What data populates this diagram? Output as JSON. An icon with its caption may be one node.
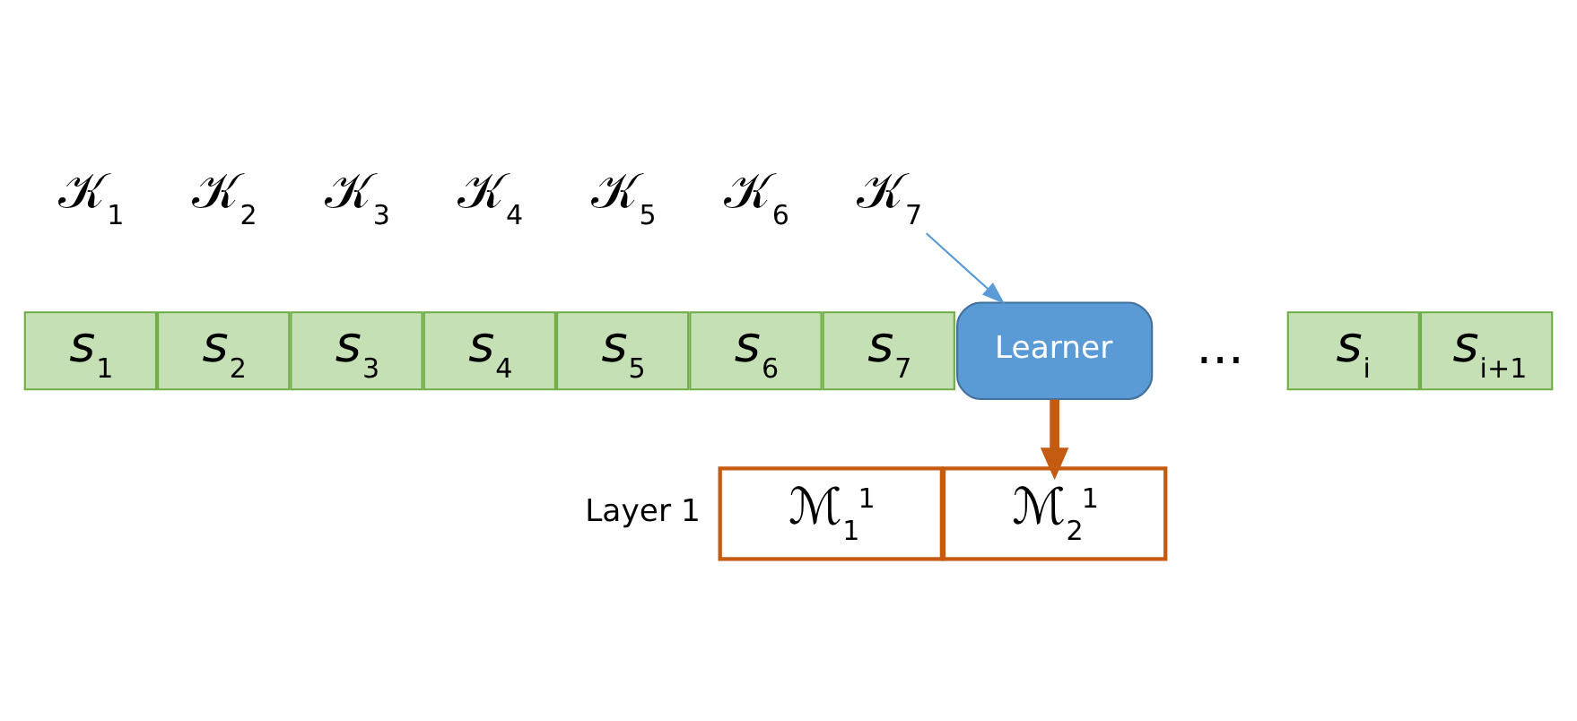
{
  "diagram": {
    "nodes": [
      {
        "text": [
          "ℳ$_{1}$$^{1}$"
        ]
      },
      {
        "text": [
          "ℳ$_{2}$$^{1}$"
        ]
      },
      {
        "text": [
          "Learner"
        ]
      },
      {
        "text": [
          "𝒦$_{7}$"
        ]
      },
      {
        "text": [
          "*s*$_{1}$"
        ]
      },
      {
        "text": [
          "*s*$_{2}$"
        ]
      },
      {
        "text": [
          "*s*$_{3}$"
        ]
      },
      {
        "text": [
          "*s*$_{4}$"
        ]
      },
      {
        "text": [
          "*s*$_{5}$"
        ]
      },
      {
        "text": [
          "*s*$_{6}$"
        ]
      },
      {
        "text": [
          "*s*$_{7}$"
        ]
      },
      {
        "text": [
          "*s*$_{i}$"
        ]
      },
      {
        "text": [
          "*s*$_{i+1}$"
        ]
      }
    ],
    "edges": [
      {
        "from": 3,
        "to": 2,
        "arrow": "to",
        "color": "#5b9bd5"
      },
      {
        "from": 2,
        "to": 1,
        "arrow": "to",
        "style": "thick",
        "color": "#c55a11"
      }
    ],
    "labels": [
      "Layer 1",
      "𝒦$_{1}$",
      "𝒦$_{2}$",
      "𝒦$_{3}$",
      "𝒦$_{4}$",
      "𝒦$_{5}$",
      "𝒦$_{6}$",
      "..."
    ]
  }
}
